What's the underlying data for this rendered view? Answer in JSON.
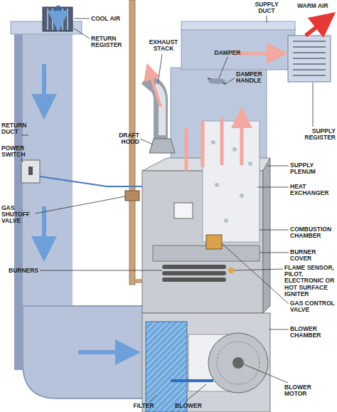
{
  "diagram": {
    "labels": [
      "COOL AIR",
      "RETURN REGISTER",
      "EXHAUST STACK",
      "SUPPLY DUCT",
      "WARM AIR",
      "DAMPER",
      "DAMPER HANDLE",
      "SUPPLY REGISTER",
      "DRAFT HOOD",
      "RETURN DUCT",
      "POWER SWITCH",
      "SUPPLY PLENUM",
      "HEAT EXCHANGER",
      "GAS SHUTOFF VALVE",
      "COMBUSTION CHAMBER",
      "BURNER COVER",
      "BURNERS",
      "FLAME SENSOR, PILOT, ELECTRONIC OR HOT SURFACE IGNITER",
      "GAS CONTROL VALVE",
      "BLOWER CHAMBER",
      "BLOWER MOTOR",
      "BLOWER",
      "FILTER"
    ]
  }
}
